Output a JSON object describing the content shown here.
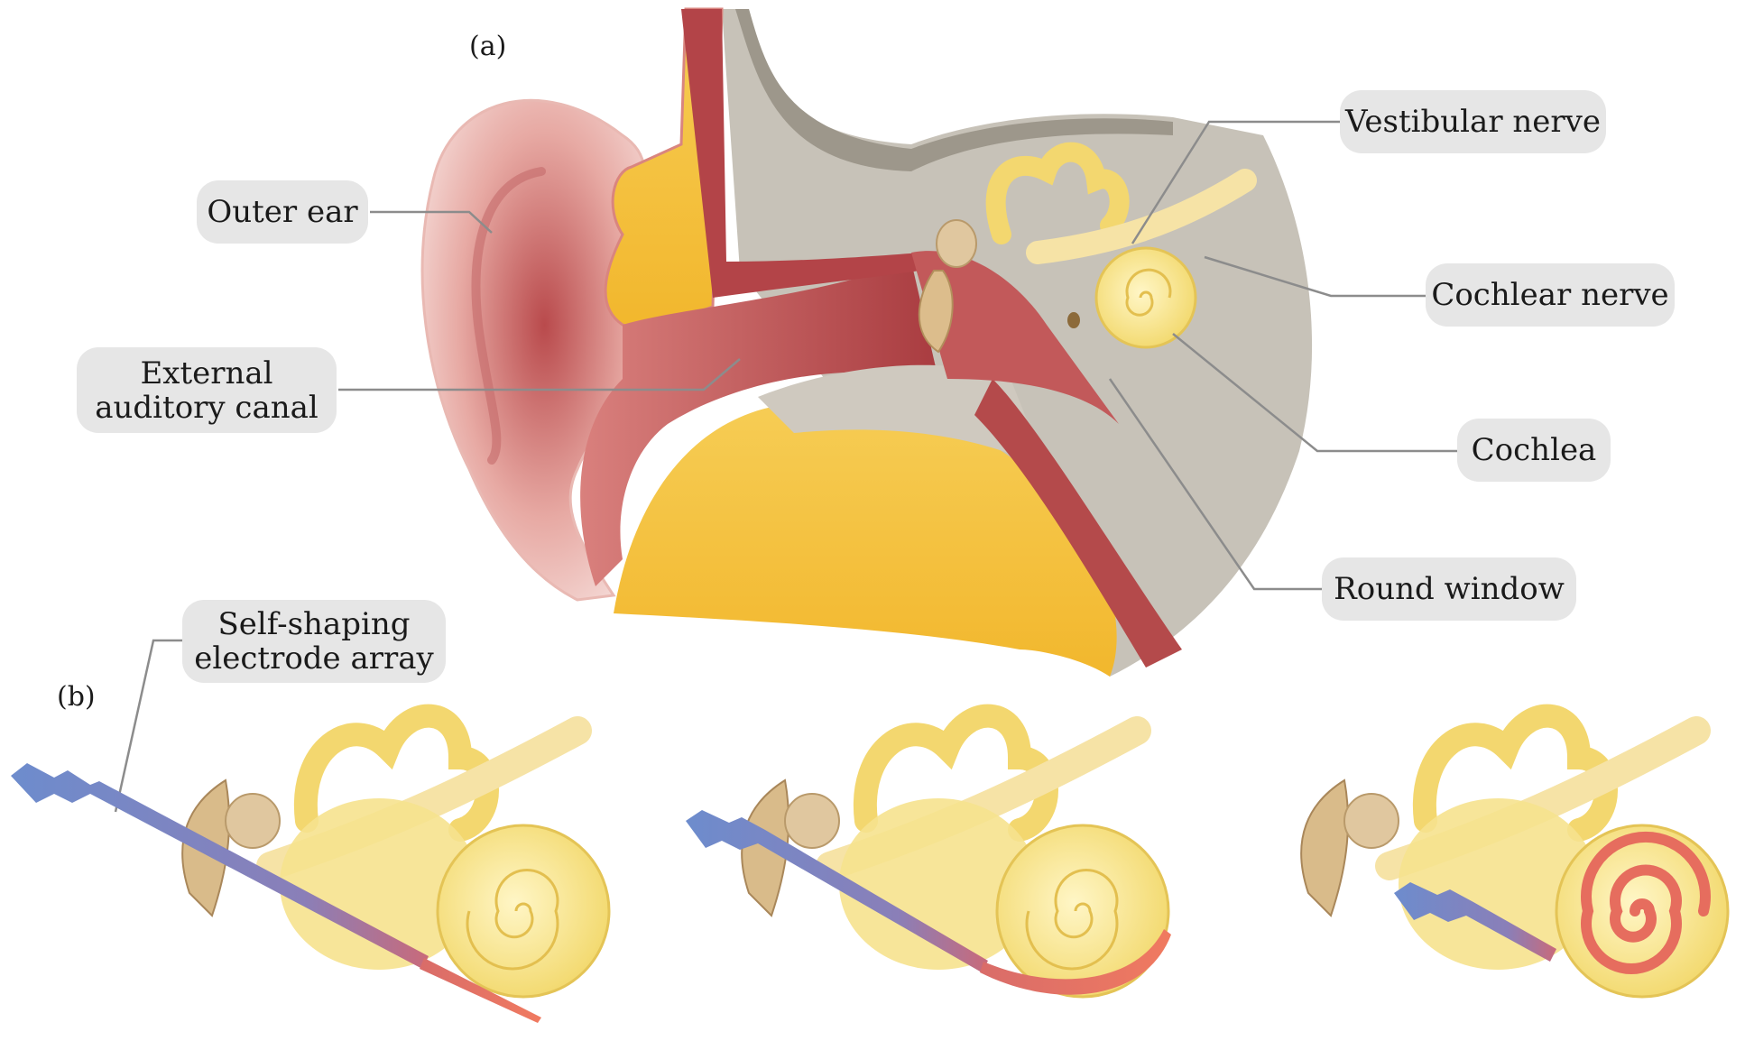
{
  "panels": {
    "a": "(a)",
    "b": "(b)"
  },
  "labels": {
    "outer_ear": "Outer ear",
    "external_canal_line1": "External",
    "external_canal_line2": "auditory canal",
    "vestibular_nerve": "Vestibular nerve",
    "cochlear_nerve": "Cochlear nerve",
    "cochlea": "Cochlea",
    "round_window": "Round window",
    "electrode_line1": "Self-shaping",
    "electrode_line2": "electrode array"
  },
  "colors": {
    "label_bg": "#e6e6e6",
    "leader": "#8c8c8c",
    "skin": "#f3d6d2",
    "canal": "#b5474a",
    "fat": "#f3c23d",
    "bone": "#c9c4bb",
    "inner_ear": "#f6e28e",
    "electrode": "#6f8ecb",
    "electrode_tip": "#e0735f"
  }
}
